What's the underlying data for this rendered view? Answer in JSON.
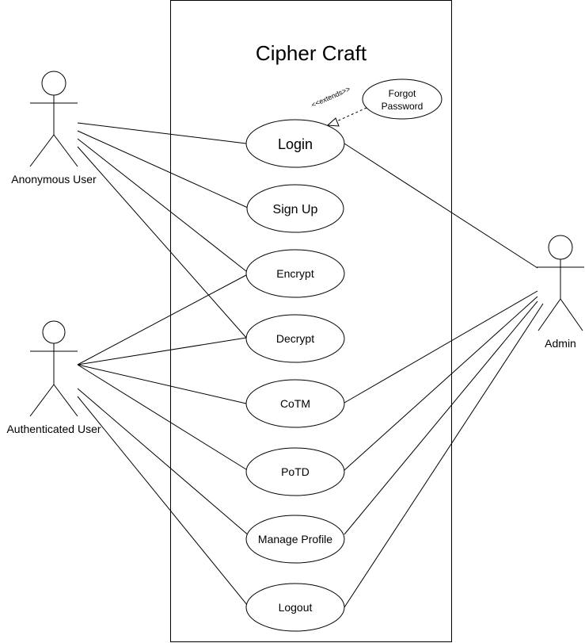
{
  "title": "Cipher Craft",
  "actors": {
    "anonymous": "Anonymous User",
    "authenticated": "Authenticated User",
    "admin": "Admin"
  },
  "use_cases": {
    "login": "Login",
    "signup": "Sign Up",
    "encrypt": "Encrypt",
    "decrypt": "Decrypt",
    "cotm": "CoTM",
    "potd": "PoTD",
    "manage_profile": "Manage Profile",
    "logout": "Logout",
    "forgot_password_line1": "Forgot",
    "forgot_password_line2": "Password"
  },
  "relations": {
    "extends_label": "<<extends>>"
  }
}
